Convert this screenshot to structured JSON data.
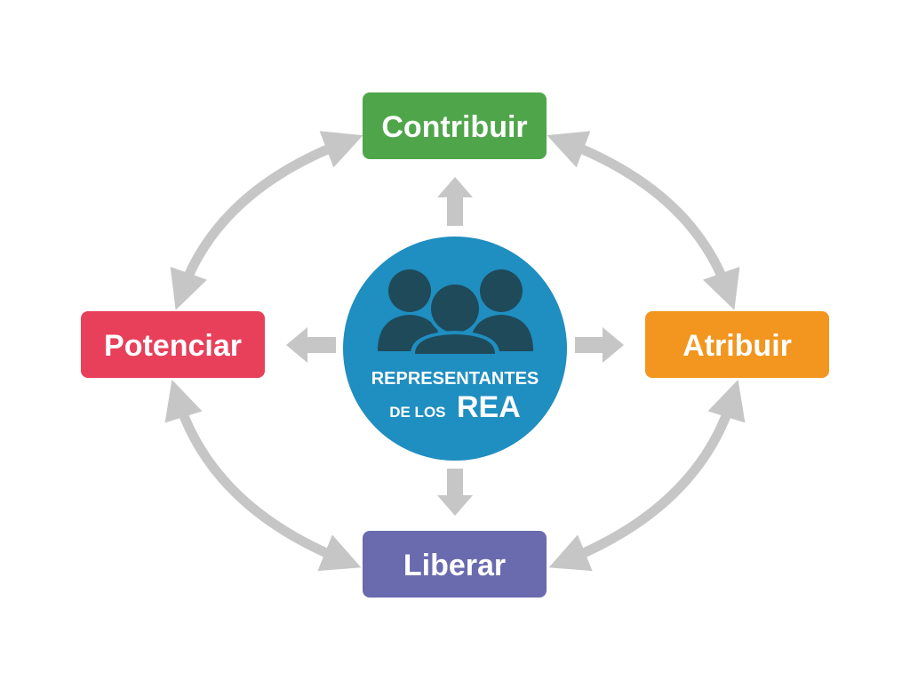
{
  "diagram": {
    "center": {
      "line1": "REPRESENTANTES",
      "line2_prefix": "DE LOS",
      "line2_emphasis": "REA",
      "color": "#1f8ec0",
      "icon_color": "#1f4a5a",
      "icon": "people-group-icon"
    },
    "nodes": {
      "top": {
        "label": "Contribuir",
        "color": "#4fa64a"
      },
      "left": {
        "label": "Potenciar",
        "color": "#e8405a"
      },
      "right": {
        "label": "Atribuir",
        "color": "#f2961f"
      },
      "bottom": {
        "label": "Liberar",
        "color": "#6a6aae"
      }
    },
    "arrow_color": "#c6c6c6"
  }
}
